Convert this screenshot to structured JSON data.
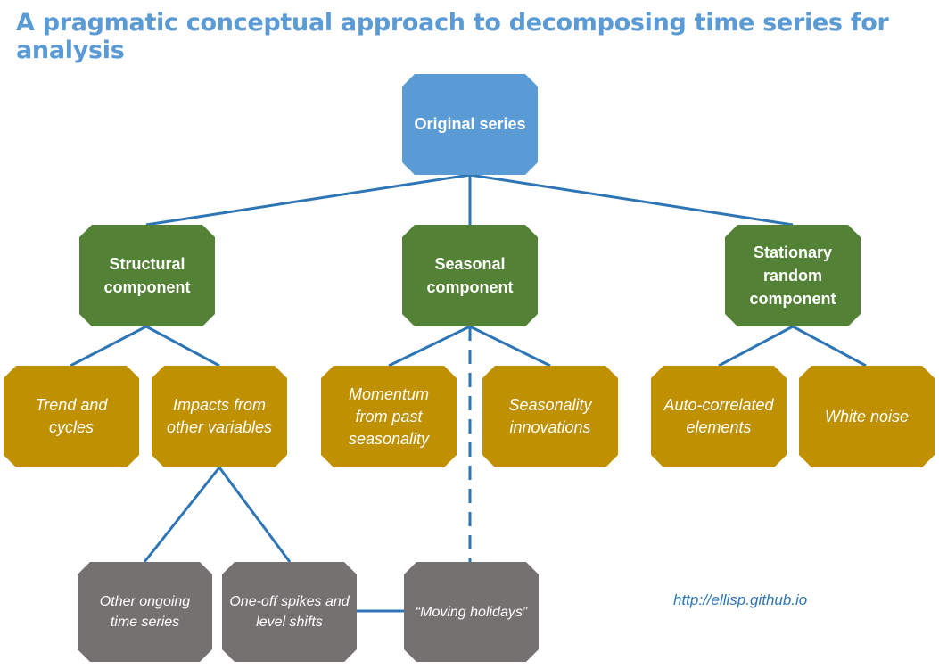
{
  "title": "A pragmatic conceptual approach to decomposing time series for analysis",
  "nodes": {
    "original": "Original series",
    "structural": "Structural component",
    "seasonal": "Seasonal component",
    "stationary": "Stationary random component",
    "trend": "Trend and cycles",
    "impacts": "Impacts from other variables",
    "momentum": "Momentum from past seasonality",
    "innovations": "Seasonality innovations",
    "autocorrelated": "Auto-correlated elements",
    "whitenoise": "White noise",
    "ongoing": "Other ongoing time series",
    "spikes": "One-off spikes and level shifts",
    "holidays": "“Moving holidays”"
  },
  "url": "http://ellisp.github.io",
  "colors": {
    "title": "#5b9bd5",
    "root": "#5b9bd5",
    "component": "#538135",
    "subcomponent": "#bf9000",
    "detail": "#767171",
    "connector": "#2e75b6"
  }
}
